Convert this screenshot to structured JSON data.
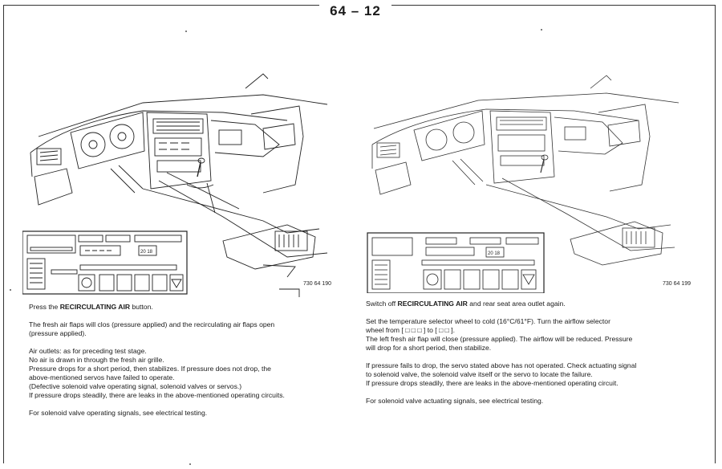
{
  "page": {
    "number": "64 – 12"
  },
  "figures": {
    "left_code": "730 64 190",
    "right_code": "730 64 199",
    "left_panel_display": "20 18",
    "right_panel_display": "20 18"
  },
  "left_column": {
    "instruction_prefix": "Press the ",
    "instruction_bold": "RECIRCULATING AIR",
    "instruction_suffix": " button.",
    "para1": [
      "The fresh air flaps will clos    (pressure applied) and the recirculating air flaps open",
      "(pressure applied)."
    ],
    "para2": [
      "Air outlets: as for preceding test stage.",
      "No air is drawn in through the fresh air grille.",
      "Pressure drops for a short period, then stabilizes. If pressure does not drop, the",
      "above-mentioned servos have failed to operate.",
      "(Defective solenoid valve operating signal, solenoid valves or servos.)",
      "If pressure drops steadily, there are leaks in the above-mentioned operating circuits."
    ],
    "para3": "For solenoid valve operating signals, see electrical testing."
  },
  "right_column": {
    "instruction_prefix": "Switch off ",
    "instruction_bold": "RECIRCULATING AIR",
    "instruction_suffix": " and rear seat area outlet again.",
    "para1": [
      "Set the temperature selector wheel to cold (16°C/61°F). Turn the airflow selector",
      "wheel from [ □ □ □ ]  to  [ □ □ ].",
      "The left fresh air flap will close (pressure applied). The airflow will be reduced. Pressure",
      "will drop for a short period, then stabilize."
    ],
    "para2": [
      "If pressure fails to drop, the servo stated above has not operated. Check actuating signal",
      "to solenoid valve, the solenoid valve itself or the servo to locate the failure.",
      "If pressure drops steadily, there are leaks in the above-mentioned operating circuit."
    ],
    "para3": "For solenoid valve actuating signals, see electrical testing."
  }
}
